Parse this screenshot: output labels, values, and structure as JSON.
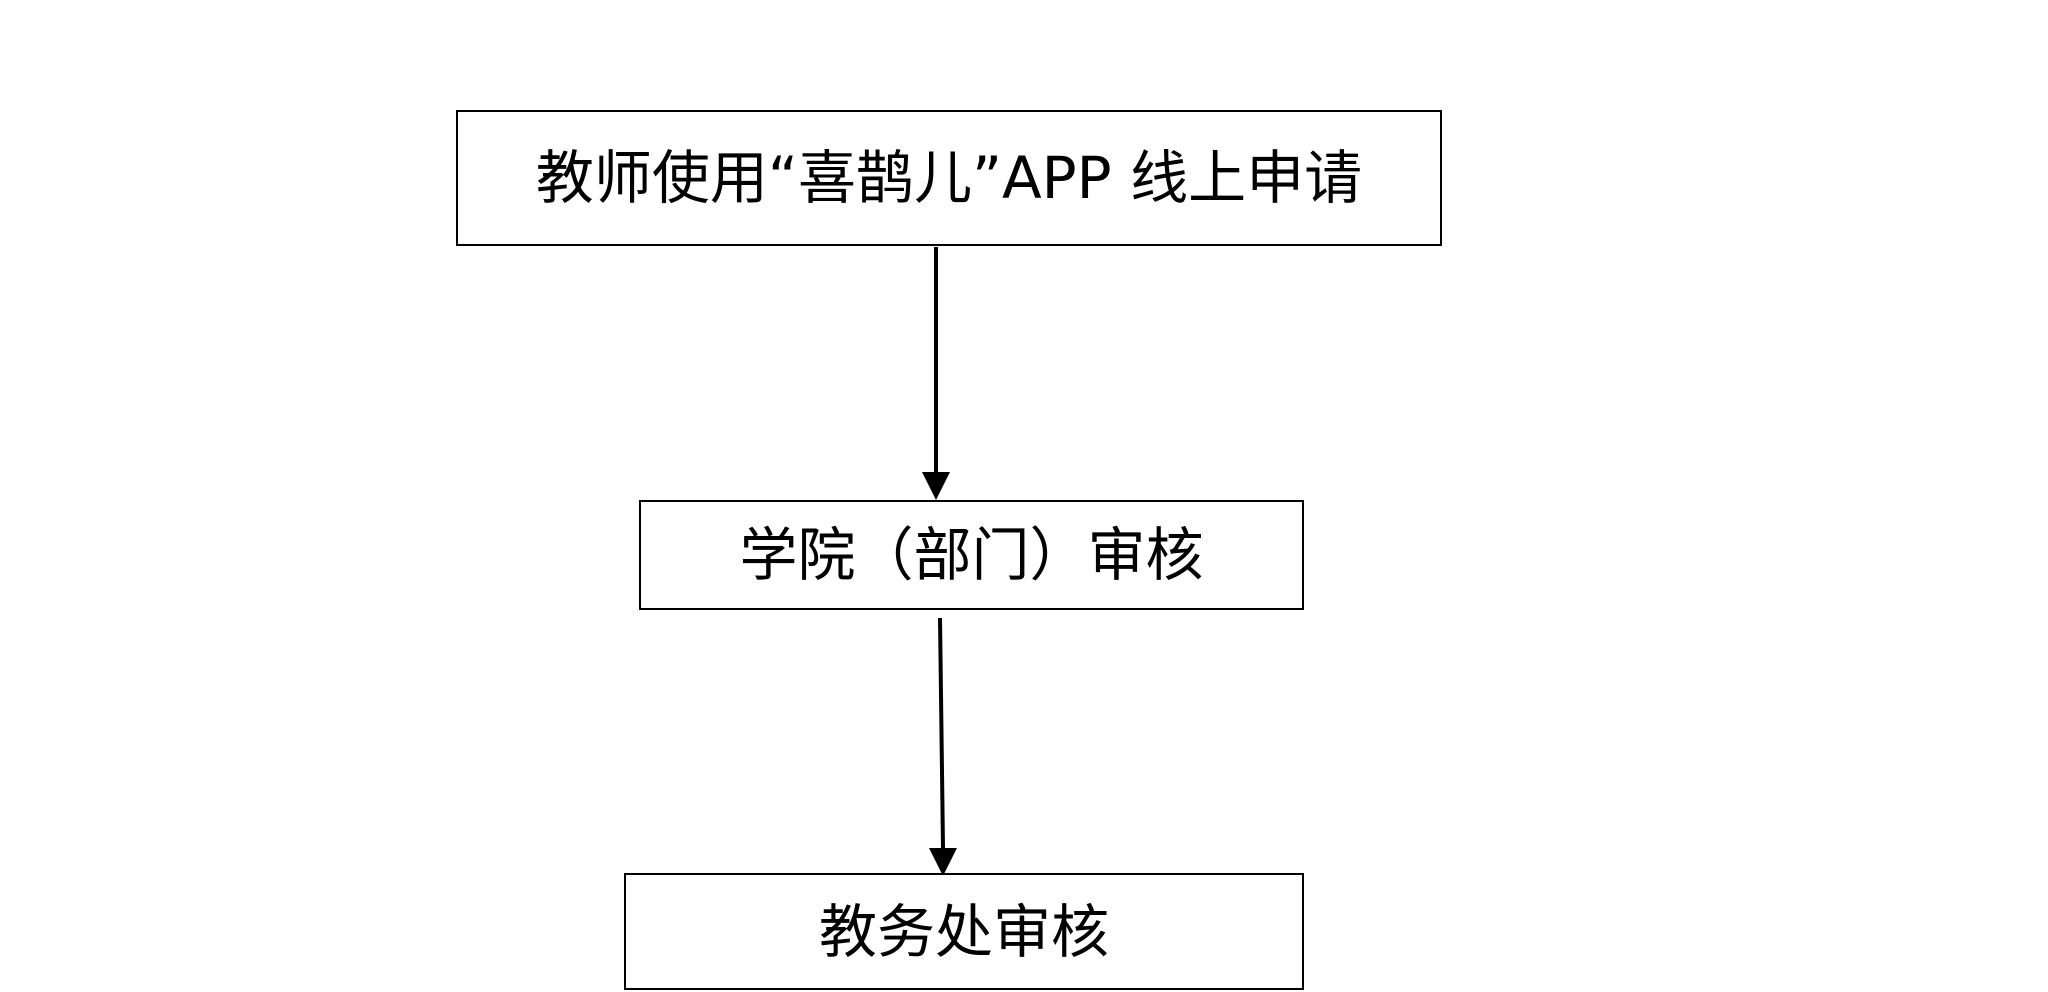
{
  "flowchart": {
    "steps": [
      {
        "label": "教师使用“喜鹊儿”APP 线上申请"
      },
      {
        "label": "学院（部门）审核"
      },
      {
        "label": "教务处审核"
      }
    ],
    "colors": {
      "stroke": "#000000",
      "fill": "#ffffff",
      "text": "#000000"
    }
  }
}
